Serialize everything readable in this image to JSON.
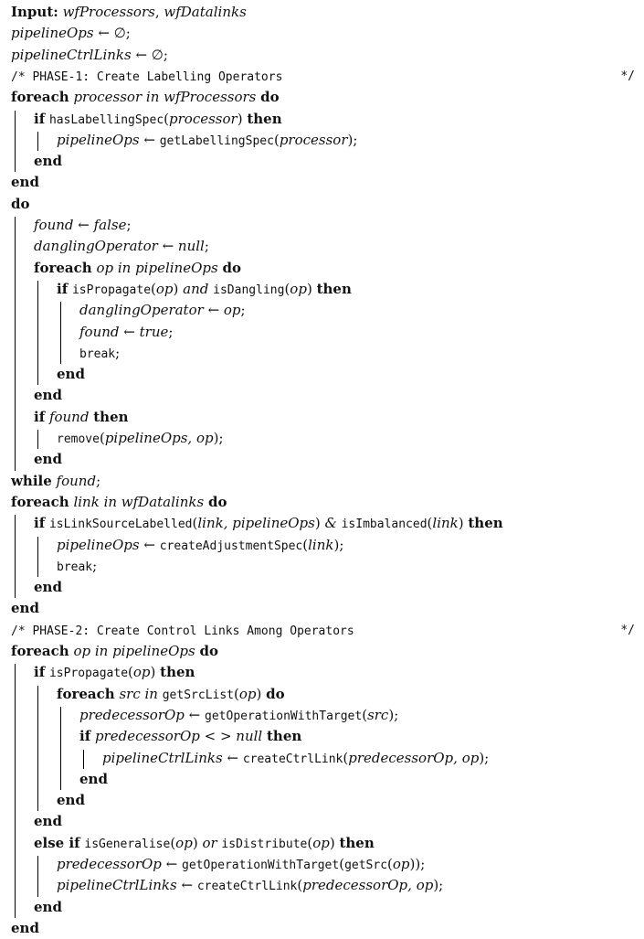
{
  "comments": {
    "phase1": "/* PHASE-1:  Create Labelling Operators",
    "phase2": "/* PHASE-2:  Create Control Links Among Operators",
    "close": "*/"
  },
  "lines": [
    {
      "id": "input",
      "indent": 0,
      "parts": [
        [
          "k",
          "Input:"
        ],
        [
          "t",
          " "
        ],
        [
          "v",
          "wfProcessors"
        ],
        [
          "t",
          ", "
        ],
        [
          "v",
          "wfDatalinks"
        ]
      ]
    },
    {
      "id": "init-ops",
      "indent": 0,
      "parts": [
        [
          "v",
          "pipelineOps"
        ],
        [
          "t",
          " ← ∅;"
        ]
      ]
    },
    {
      "id": "init-links",
      "indent": 0,
      "parts": [
        [
          "v",
          "pipelineCtrlLinks"
        ],
        [
          "t",
          " ← ∅;"
        ]
      ]
    },
    {
      "id": "comment-phase1",
      "indent": 0,
      "comment": "phase1"
    },
    {
      "id": "foreach-processor",
      "indent": 0,
      "parts": [
        [
          "k",
          "foreach"
        ],
        [
          "t",
          " "
        ],
        [
          "v",
          "processor in wfProcessors"
        ],
        [
          "t",
          " "
        ],
        [
          "k",
          "do"
        ]
      ]
    },
    {
      "id": "if-has-spec",
      "indent": 1,
      "parts": [
        [
          "k",
          "if"
        ],
        [
          "t",
          " "
        ],
        [
          "f",
          "hasLabellingSpec"
        ],
        [
          "t",
          "("
        ],
        [
          "v",
          "processor"
        ],
        [
          "t",
          ") "
        ],
        [
          "k",
          "then"
        ]
      ]
    },
    {
      "id": "assign-spec",
      "indent": 2,
      "parts": [
        [
          "v",
          "pipelineOps"
        ],
        [
          "t",
          " ← "
        ],
        [
          "f",
          "getLabellingSpec"
        ],
        [
          "t",
          "("
        ],
        [
          "v",
          "processor"
        ],
        [
          "t",
          ");"
        ]
      ]
    },
    {
      "id": "end-if-spec",
      "indent": 1,
      "parts": [
        [
          "k",
          "end"
        ]
      ]
    },
    {
      "id": "end-foreach-processor",
      "indent": 0,
      "parts": [
        [
          "k",
          "end"
        ]
      ]
    },
    {
      "id": "do",
      "indent": 0,
      "parts": [
        [
          "k",
          "do"
        ]
      ]
    },
    {
      "id": "found-false",
      "indent": 1,
      "parts": [
        [
          "v",
          "found"
        ],
        [
          "t",
          " ← "
        ],
        [
          "v",
          "false"
        ],
        [
          "t",
          ";"
        ]
      ]
    },
    {
      "id": "dangling-null",
      "indent": 1,
      "parts": [
        [
          "v",
          "danglingOperator"
        ],
        [
          "t",
          " ← "
        ],
        [
          "v",
          "null"
        ],
        [
          "t",
          ";"
        ]
      ]
    },
    {
      "id": "foreach-op",
      "indent": 1,
      "parts": [
        [
          "k",
          "foreach"
        ],
        [
          "t",
          " "
        ],
        [
          "v",
          "op in pipelineOps"
        ],
        [
          "t",
          " "
        ],
        [
          "k",
          "do"
        ]
      ]
    },
    {
      "id": "if-propagate-dangling",
      "indent": 2,
      "parts": [
        [
          "k",
          "if"
        ],
        [
          "t",
          " "
        ],
        [
          "f",
          "isPropagate"
        ],
        [
          "t",
          "("
        ],
        [
          "v",
          "op"
        ],
        [
          "t",
          ") "
        ],
        [
          "v",
          "and"
        ],
        [
          "t",
          " "
        ],
        [
          "f",
          "isDangling"
        ],
        [
          "t",
          "("
        ],
        [
          "v",
          "op"
        ],
        [
          "t",
          ") "
        ],
        [
          "k",
          "then"
        ]
      ]
    },
    {
      "id": "assign-dangling",
      "indent": 3,
      "parts": [
        [
          "v",
          "danglingOperator"
        ],
        [
          "t",
          " ← "
        ],
        [
          "v",
          "op"
        ],
        [
          "t",
          ";"
        ]
      ]
    },
    {
      "id": "found-true",
      "indent": 3,
      "parts": [
        [
          "v",
          "found"
        ],
        [
          "t",
          " ← "
        ],
        [
          "v",
          "true"
        ],
        [
          "t",
          ";"
        ]
      ]
    },
    {
      "id": "break-1",
      "indent": 3,
      "parts": [
        [
          "f",
          "break"
        ],
        [
          "t",
          ";"
        ]
      ]
    },
    {
      "id": "end-if-dangling",
      "indent": 2,
      "parts": [
        [
          "k",
          "end"
        ]
      ]
    },
    {
      "id": "end-foreach-op",
      "indent": 1,
      "parts": [
        [
          "k",
          "end"
        ]
      ]
    },
    {
      "id": "if-found",
      "indent": 1,
      "parts": [
        [
          "k",
          "if"
        ],
        [
          "t",
          " "
        ],
        [
          "v",
          "found"
        ],
        [
          "t",
          " "
        ],
        [
          "k",
          "then"
        ]
      ]
    },
    {
      "id": "remove",
      "indent": 2,
      "parts": [
        [
          "f",
          "remove"
        ],
        [
          "t",
          "("
        ],
        [
          "v",
          "pipelineOps, op"
        ],
        [
          "t",
          ");"
        ]
      ]
    },
    {
      "id": "end-if-found",
      "indent": 1,
      "parts": [
        [
          "k",
          "end"
        ]
      ]
    },
    {
      "id": "while-found",
      "indent": 0,
      "parts": [
        [
          "k",
          "while"
        ],
        [
          "t",
          " "
        ],
        [
          "v",
          "found"
        ],
        [
          "t",
          ";"
        ]
      ]
    },
    {
      "id": "foreach-link",
      "indent": 0,
      "parts": [
        [
          "k",
          "foreach"
        ],
        [
          "t",
          " "
        ],
        [
          "v",
          "link in wfDatalinks"
        ],
        [
          "t",
          " "
        ],
        [
          "k",
          "do"
        ]
      ]
    },
    {
      "id": "if-link-labelled",
      "indent": 1,
      "parts": [
        [
          "k",
          "if"
        ],
        [
          "t",
          " "
        ],
        [
          "f",
          "isLinkSourceLabelled"
        ],
        [
          "t",
          "("
        ],
        [
          "v",
          "link, pipelineOps"
        ],
        [
          "t",
          ") "
        ],
        [
          "v",
          "&"
        ],
        [
          "t",
          " "
        ],
        [
          "f",
          "isImbalanced"
        ],
        [
          "t",
          "("
        ],
        [
          "v",
          "link"
        ],
        [
          "t",
          ") "
        ],
        [
          "k",
          "then"
        ]
      ]
    },
    {
      "id": "assign-adjustment",
      "indent": 2,
      "parts": [
        [
          "v",
          "pipelineOps"
        ],
        [
          "t",
          " ← "
        ],
        [
          "f",
          "createAdjustmentSpec"
        ],
        [
          "t",
          "("
        ],
        [
          "v",
          "link"
        ],
        [
          "t",
          ");"
        ]
      ]
    },
    {
      "id": "break-2",
      "indent": 2,
      "parts": [
        [
          "f",
          "break"
        ],
        [
          "t",
          ";"
        ]
      ]
    },
    {
      "id": "end-if-link",
      "indent": 1,
      "parts": [
        [
          "k",
          "end"
        ]
      ]
    },
    {
      "id": "end-foreach-link",
      "indent": 0,
      "parts": [
        [
          "k",
          "end"
        ]
      ]
    },
    {
      "id": "comment-phase2",
      "indent": 0,
      "comment": "phase2"
    },
    {
      "id": "foreach-op-2",
      "indent": 0,
      "parts": [
        [
          "k",
          "foreach"
        ],
        [
          "t",
          " "
        ],
        [
          "v",
          "op in pipelineOps"
        ],
        [
          "t",
          " "
        ],
        [
          "k",
          "do"
        ]
      ]
    },
    {
      "id": "if-propagate",
      "indent": 1,
      "parts": [
        [
          "k",
          "if"
        ],
        [
          "t",
          " "
        ],
        [
          "f",
          "isPropagate"
        ],
        [
          "t",
          "("
        ],
        [
          "v",
          "op"
        ],
        [
          "t",
          ") "
        ],
        [
          "k",
          "then"
        ]
      ]
    },
    {
      "id": "foreach-src",
      "indent": 2,
      "parts": [
        [
          "k",
          "foreach"
        ],
        [
          "t",
          " "
        ],
        [
          "v",
          "src in"
        ],
        [
          "t",
          " "
        ],
        [
          "f",
          "getSrcList"
        ],
        [
          "t",
          "("
        ],
        [
          "v",
          "op"
        ],
        [
          "t",
          ") "
        ],
        [
          "k",
          "do"
        ]
      ]
    },
    {
      "id": "assign-predecessor",
      "indent": 3,
      "parts": [
        [
          "v",
          "predecessorOp"
        ],
        [
          "t",
          " ← "
        ],
        [
          "f",
          "getOperationWithTarget"
        ],
        [
          "t",
          "("
        ],
        [
          "v",
          "src"
        ],
        [
          "t",
          ");"
        ]
      ]
    },
    {
      "id": "if-predecessor",
      "indent": 3,
      "parts": [
        [
          "k",
          "if"
        ],
        [
          "t",
          " "
        ],
        [
          "v",
          "predecessorOp"
        ],
        [
          "t",
          " < > "
        ],
        [
          "v",
          "null"
        ],
        [
          "t",
          " "
        ],
        [
          "k",
          "then"
        ]
      ]
    },
    {
      "id": "assign-ctrllink-1",
      "indent": 4,
      "parts": [
        [
          "v",
          "pipelineCtrlLinks"
        ],
        [
          "t",
          " ← "
        ],
        [
          "f",
          "createCtrlLink"
        ],
        [
          "t",
          "("
        ],
        [
          "v",
          "predecessorOp, op"
        ],
        [
          "t",
          ");"
        ]
      ]
    },
    {
      "id": "end-if-predecessor",
      "indent": 3,
      "parts": [
        [
          "k",
          "end"
        ]
      ]
    },
    {
      "id": "end-foreach-src",
      "indent": 2,
      "parts": [
        [
          "k",
          "end"
        ]
      ]
    },
    {
      "id": "end-if-propagate",
      "indent": 1,
      "parts": [
        [
          "k",
          "end"
        ]
      ]
    },
    {
      "id": "else-if-generalise",
      "indent": 1,
      "parts": [
        [
          "k",
          "else if"
        ],
        [
          "t",
          " "
        ],
        [
          "f",
          "isGeneralise"
        ],
        [
          "t",
          "("
        ],
        [
          "v",
          "op"
        ],
        [
          "t",
          ") "
        ],
        [
          "v",
          "or"
        ],
        [
          "t",
          " "
        ],
        [
          "f",
          "isDistribute"
        ],
        [
          "t",
          "("
        ],
        [
          "v",
          "op"
        ],
        [
          "t",
          ") "
        ],
        [
          "k",
          "then"
        ]
      ]
    },
    {
      "id": "assign-predecessor-2",
      "indent": 2,
      "parts": [
        [
          "v",
          "predecessorOp"
        ],
        [
          "t",
          " ← "
        ],
        [
          "f",
          "getOperationWithTarget"
        ],
        [
          "t",
          "("
        ],
        [
          "f",
          "getSrc"
        ],
        [
          "t",
          "("
        ],
        [
          "v",
          "op"
        ],
        [
          "t",
          "));"
        ]
      ]
    },
    {
      "id": "assign-ctrllink-2",
      "indent": 2,
      "parts": [
        [
          "v",
          "pipelineCtrlLinks"
        ],
        [
          "t",
          " ← "
        ],
        [
          "f",
          "createCtrlLink"
        ],
        [
          "t",
          "("
        ],
        [
          "v",
          "predecessorOp, op"
        ],
        [
          "t",
          ");"
        ]
      ]
    },
    {
      "id": "end-else-if",
      "indent": 1,
      "parts": [
        [
          "k",
          "end"
        ]
      ]
    },
    {
      "id": "end-foreach-op-2",
      "indent": 0,
      "parts": [
        [
          "k",
          "end"
        ]
      ]
    }
  ]
}
